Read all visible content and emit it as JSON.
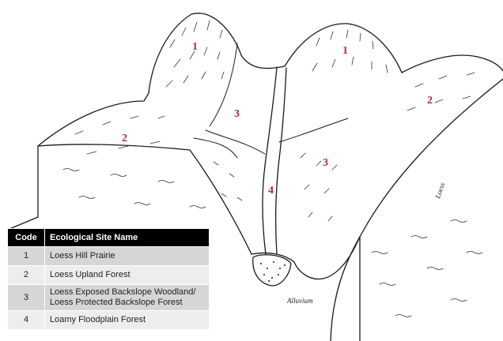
{
  "diagram": {
    "region_labels": [
      {
        "code": "1"
      },
      {
        "code": "1"
      },
      {
        "code": "2"
      },
      {
        "code": "2"
      },
      {
        "code": "3"
      },
      {
        "code": "3"
      },
      {
        "code": "4"
      }
    ],
    "material_labels": {
      "loess": "Loess",
      "alluvium": "Alluvium"
    },
    "colors": {
      "label": "#b03030",
      "line": "#1a1a1a"
    }
  },
  "legend": {
    "headers": {
      "code": "Code",
      "name": "Ecological Site Name"
    },
    "rows": [
      {
        "code": "1",
        "name_lines": [
          "Loess Hill Prairie"
        ]
      },
      {
        "code": "2",
        "name_lines": [
          "Loess Upland Forest"
        ]
      },
      {
        "code": "3",
        "name_lines": [
          "Loess Exposed Backslope Woodland/",
          "Loess Protected Backslope Forest"
        ]
      },
      {
        "code": "4",
        "name_lines": [
          "Loamy Floodplain Forest"
        ]
      }
    ]
  }
}
